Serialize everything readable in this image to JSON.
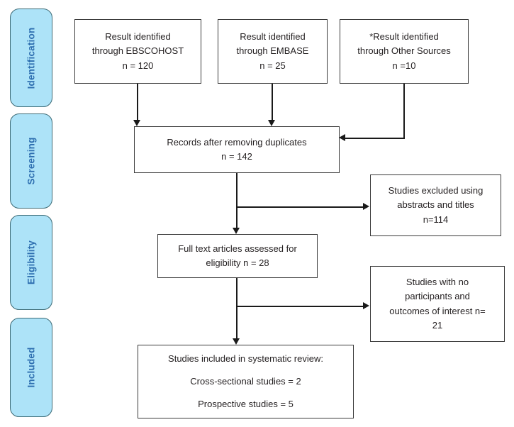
{
  "diagram": {
    "type": "prisma-flow-diagram",
    "colors": {
      "stage_fill": "#ade3f8",
      "stage_border": "#3c6a75",
      "stage_text": "#2e6fb0",
      "box_border": "#3a3a3a",
      "box_fill": "#ffffff",
      "text": "#231f20",
      "connector": "#1a1a1a"
    }
  },
  "stages": [
    {
      "id": "identification",
      "label": "Identification"
    },
    {
      "id": "screening",
      "label": "Screening"
    },
    {
      "id": "eligibility",
      "label": "Eligibility"
    },
    {
      "id": "included",
      "label": "Included"
    }
  ],
  "sources": [
    {
      "id": "ebscohost",
      "line1": "Result identified",
      "line2": "through EBSCOHOST",
      "line3": "n = 120",
      "count": 120
    },
    {
      "id": "embase",
      "line1": "Result identified",
      "line2": "through EMBASE",
      "line3": "n = 25",
      "count": 25
    },
    {
      "id": "other-sources",
      "line1": "*Result identified",
      "line2": "through Other Sources",
      "line3": "n =10",
      "count": 10
    }
  ],
  "records": {
    "line1": "Records after removing duplicates",
    "line2": "n = 142",
    "count": 142
  },
  "fulltext": {
    "line1": "Full text articles assessed for",
    "line2": "eligibility n = 28",
    "count": 28
  },
  "excluded_abstracts": {
    "line1": "Studies excluded using",
    "line2": "abstracts and titles",
    "line3": "n=114",
    "count": 114
  },
  "excluded_outcomes": {
    "line1": "Studies with no",
    "line2": "participants and",
    "line3": "outcomes of interest n=",
    "line4": "21",
    "count": 21
  },
  "included": {
    "line1": "Studies included in systematic review:",
    "line2": "Cross-sectional studies = 2",
    "line3": "Prospective studies = 5",
    "cross_sectional": 2,
    "prospective": 5
  }
}
